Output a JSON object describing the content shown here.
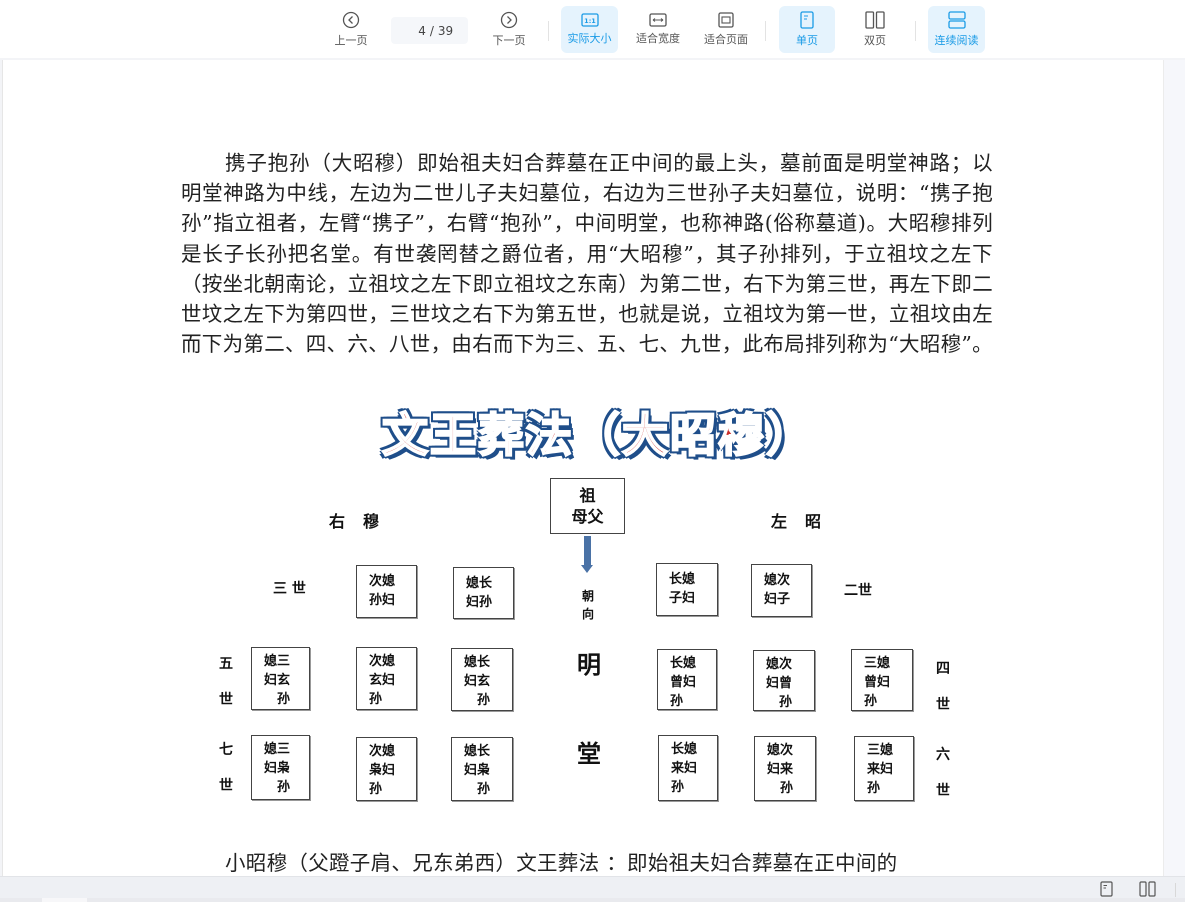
{
  "toolbar": {
    "prev_page": "上一页",
    "next_page": "下一页",
    "current_page": "4",
    "page_separator": "/",
    "total_pages": "39",
    "actual_size": "实际大小",
    "fit_width": "适合宽度",
    "fit_page": "适合页面",
    "single_page": "单页",
    "double_page": "双页",
    "continuous": "连续阅读",
    "accent_color": "#1a9be6",
    "active_bg": "#e5f3fd"
  },
  "document": {
    "paragraph1": "携子抱孙（大昭穆）即始祖夫妇合葬墓在正中间的最上头，墓前面是明堂神路；以明堂神路为中线，左边为二世儿子夫妇墓位，右边为三世孙子夫妇墓位，说明：“携子抱孙”指立祖者，左臂“携子”，右臂“抱孙”，中间明堂，也称神路(俗称墓道)。大昭穆排列是长子长孙把名堂。有世袭罔替之爵位者，用“大昭穆”，其子孙排列，于立祖坟之左下（按坐北朝南论，立祖坟之左下即立祖坟之东南）为第二世，右下为第三世，再左下即二世坟之左下为第四世，三世坟之右下为第五世，也就是说，立祖坟为第一世，立祖坟由左而下为第二、四、六、八世，由右而下为三、五、七、九世，此布局排列称为“大昭穆”。",
    "paragraph2": "小昭穆（父蹬子肩、兄东弟西）文王葬法 ：即始祖夫妇合葬墓在正中间的"
  },
  "diagram": {
    "title": "文王葬法（大昭穆）",
    "right_label": "右穆",
    "left_label": "左昭",
    "ancestor": [
      "祖",
      "母父"
    ],
    "facing": [
      "朝",
      "向"
    ],
    "hall": [
      "明",
      "堂"
    ],
    "generations": {
      "g2": "二世",
      "g3": "三 世",
      "g4": [
        "四",
        "世"
      ],
      "g5": [
        "五",
        "世"
      ],
      "g6": [
        "六",
        "世"
      ],
      "g7": [
        "七",
        "世"
      ]
    },
    "row3_right": [
      {
        "lines": [
          "次媳",
          "孙妇"
        ]
      },
      {
        "lines": [
          "媳长",
          "妇孙"
        ]
      }
    ],
    "row2_left": [
      {
        "lines": [
          "长媳",
          "子妇"
        ]
      },
      {
        "lines": [
          "媳次",
          "妇子"
        ]
      }
    ],
    "row5_right": [
      {
        "lines": [
          "媳三",
          "妇玄",
          "孙"
        ]
      },
      {
        "lines": [
          "次媳",
          "玄妇",
          "孙"
        ]
      },
      {
        "lines": [
          "媳长",
          "妇玄",
          "孙"
        ]
      }
    ],
    "row4_left": [
      {
        "lines": [
          "长媳",
          "曾妇",
          "孙"
        ]
      },
      {
        "lines": [
          "媳次",
          "妇曾",
          "孙"
        ]
      },
      {
        "lines": [
          "三媳",
          "曾妇",
          "孙"
        ]
      }
    ],
    "row7_right": [
      {
        "lines": [
          "媳三",
          "妇枭",
          "孙"
        ]
      },
      {
        "lines": [
          "次媳",
          "枭妇",
          "孙"
        ]
      },
      {
        "lines": [
          "媳长",
          "妇枭",
          "孙"
        ]
      }
    ],
    "row6_left": [
      {
        "lines": [
          "长媳",
          "来妇",
          "孙"
        ]
      },
      {
        "lines": [
          "媳次",
          "妇来",
          "孙"
        ]
      },
      {
        "lines": [
          "三媳",
          "来妇",
          "孙"
        ]
      }
    ]
  },
  "bottombar": {
    "single_page_icon": "single-page-icon",
    "double_page_icon": "double-page-icon"
  }
}
